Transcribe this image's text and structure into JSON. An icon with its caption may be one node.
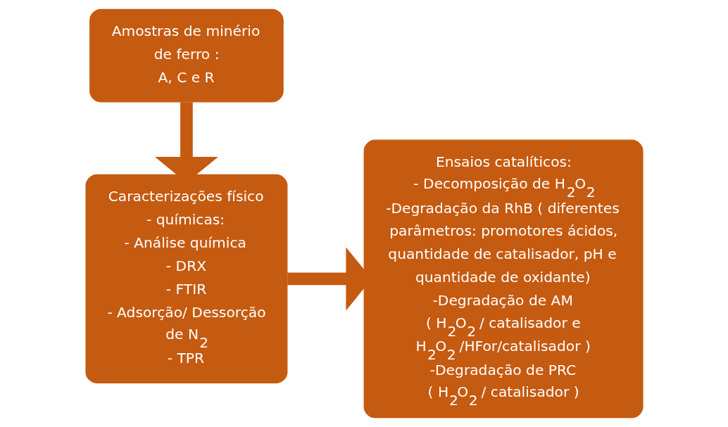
{
  "diagram": {
    "nodes": [
      {
        "text": [
          "Amostras de minério de ferro :",
          "A, C e R"
        ]
      },
      {
        "text": [
          "Caracterizações físico - químicas:",
          "- Análise química",
          "- DRX",
          "- FTIR",
          "- Adsorção/ Dessorção de N$_{2}$",
          "- TPR"
        ]
      },
      {
        "text": [
          "Ensaios catalíticos:",
          "- Decomposição de H$_{2}$O$_{2}$",
          "-Degradação da RhB ( diferentes parâmetros: promotores ácidos, quantidade de catalisador, pH e quantidade de oxidante)",
          "-Degradação de AM",
          "( H$_{2}$O$_{2}$ / catalisador e H$_{2}$O$_{2}$ /HFor/catalisador )",
          "-Degradação de PRC",
          "( H$_{2}$O$_{2}$ / catalisador )"
        ]
      }
    ],
    "edges": [
      {
        "from": 0,
        "to": 1,
        "arrow": "to"
      },
      {
        "from": 1,
        "to": 2,
        "arrow": "to"
      }
    ]
  }
}
